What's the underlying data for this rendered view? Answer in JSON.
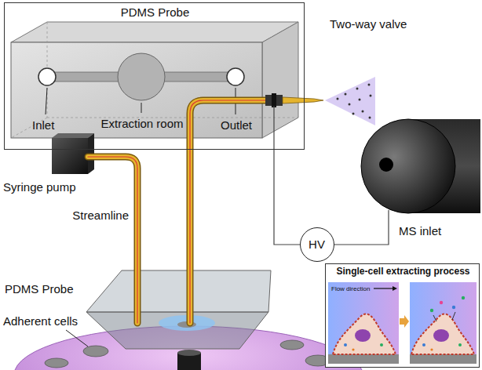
{
  "diagram": {
    "nodes": [
      {
        "text": [
          "PDMS Probe",
          "Inlet",
          "Extraction room",
          "Outlet"
        ]
      },
      {
        "text": [
          "HV"
        ]
      },
      {
        "text": [
          "Single-cell extracting process",
          "Flow direction"
        ]
      }
    ],
    "labels": [
      "Two-way valve",
      "Syringe pump",
      "Streamline",
      "MS inlet",
      "PDMS Probe",
      "Adherent cells"
    ]
  }
}
